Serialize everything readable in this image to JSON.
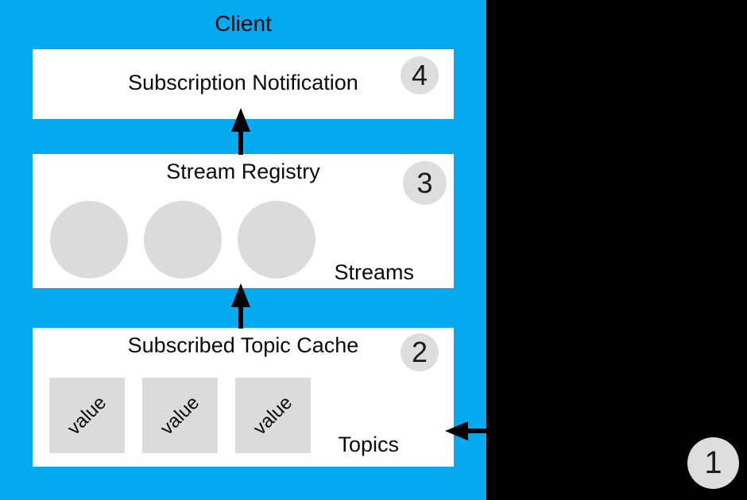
{
  "colors": {
    "panel_blue": "#05A9F0",
    "background_black": "#000000",
    "box_white": "#FFFFFF",
    "shape_gray": "#DBDBDB",
    "badge_gray": "#DDDDDD"
  },
  "client": {
    "title": "Client"
  },
  "boxes": [
    {
      "title": "Subscription Notification",
      "badge": "4"
    },
    {
      "title": "Stream Registry",
      "badge": "3",
      "label": "Streams"
    },
    {
      "title": "Subscribed Topic Cache",
      "badge": "2",
      "label": "Topics",
      "cells": [
        "value",
        "value",
        "value"
      ]
    }
  ],
  "external_step": {
    "badge": "1"
  }
}
